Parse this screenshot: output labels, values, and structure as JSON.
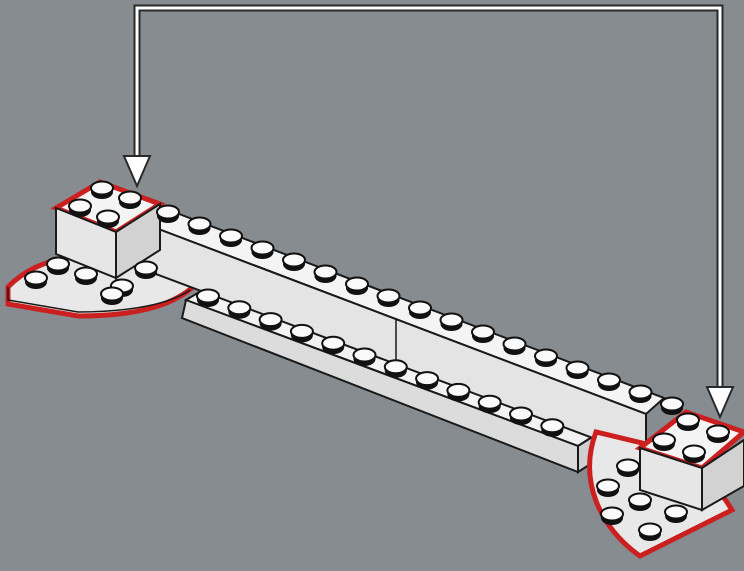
{
  "colors": {
    "background": "#878c90",
    "brick_top": "#f4f4f4",
    "brick_front": "#e6e6e6",
    "brick_side": "#d2d2d2",
    "outline": "#1a1a1a",
    "highlight_outline": "#cc1f1f",
    "arrow": "#ffffff",
    "stud_top": "#fafafa",
    "stud_side": "#111111"
  },
  "pieces": [
    {
      "name": "left-corner-brick",
      "kind": "brick-2x2",
      "highlighted": true
    },
    {
      "name": "left-quarter-round-plate",
      "kind": "plate-round-corner",
      "highlighted": true
    },
    {
      "name": "long-tile-brick",
      "kind": "brick-1x12",
      "highlighted": false
    },
    {
      "name": "long-plate",
      "kind": "plate-1x12",
      "highlighted": false
    },
    {
      "name": "right-quarter-round-plate",
      "kind": "plate-round-corner",
      "highlighted": true
    },
    {
      "name": "right-corner-brick",
      "kind": "brick-2x2",
      "highlighted": true
    }
  ],
  "callout": {
    "type": "placement-arrows",
    "count": 2,
    "icon": "arrow-down-icon"
  }
}
